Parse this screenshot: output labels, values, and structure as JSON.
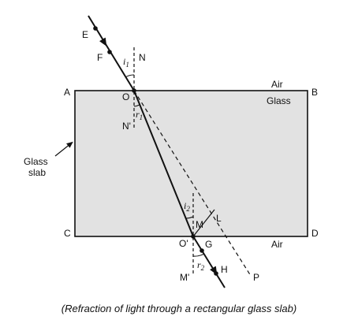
{
  "points": {
    "E": "E",
    "F": "F",
    "N": "N",
    "O": "O",
    "N_prime": "N'",
    "r1": "r",
    "r1_sub": "1",
    "i1": "i",
    "i1_sub": "1",
    "i2": "i",
    "i2_sub": "2",
    "M": "M",
    "L": "L",
    "O_prime": "O'",
    "G": "G",
    "H": "H",
    "M_prime": "M'",
    "r2": "r",
    "r2_sub": "2",
    "P": "P"
  },
  "corners": {
    "A": "A",
    "B": "B",
    "C": "C",
    "D": "D"
  },
  "media": {
    "air_top": "Air",
    "glass": "Glass",
    "air_bottom": "Air"
  },
  "slab_label": {
    "line1": "Glass",
    "line2": "slab"
  },
  "caption": "(Refraction of light through a rectangular glass slab)",
  "colors": {
    "slab_fill": "#e2e2e2",
    "ink": "#111111"
  }
}
